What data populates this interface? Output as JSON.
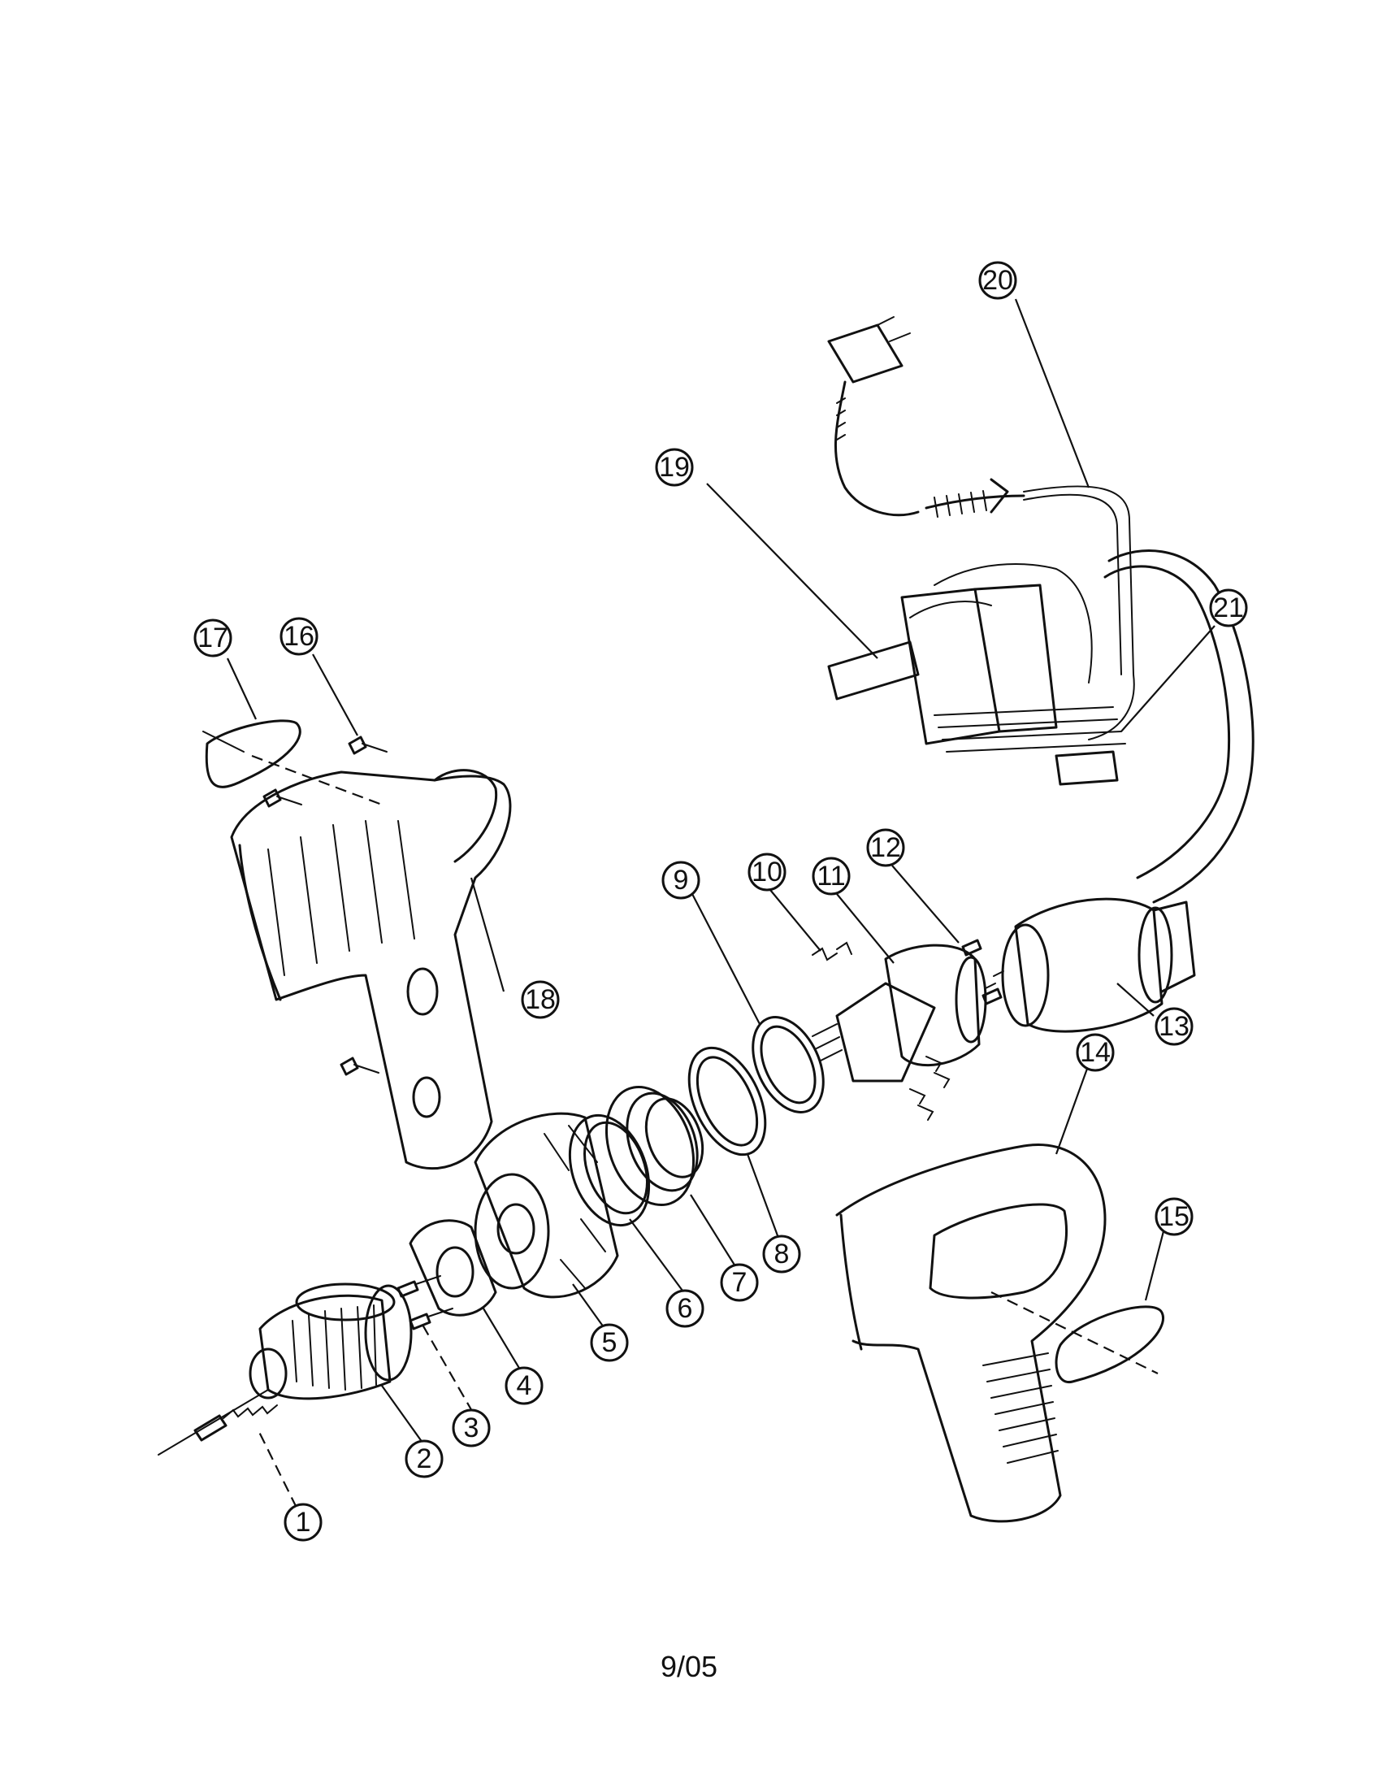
{
  "callouts": [
    {
      "label": "1"
    },
    {
      "label": "2"
    },
    {
      "label": "3"
    },
    {
      "label": "4"
    },
    {
      "label": "5"
    },
    {
      "label": "6"
    },
    {
      "label": "7"
    },
    {
      "label": "8"
    },
    {
      "label": "9"
    },
    {
      "label": "10"
    },
    {
      "label": "11"
    },
    {
      "label": "12"
    },
    {
      "label": "13"
    },
    {
      "label": "14"
    },
    {
      "label": "15"
    },
    {
      "label": "16"
    },
    {
      "label": "17"
    },
    {
      "label": "18"
    },
    {
      "label": "19"
    },
    {
      "label": "20"
    },
    {
      "label": "21"
    }
  ],
  "footer": {
    "date": "9/05"
  }
}
